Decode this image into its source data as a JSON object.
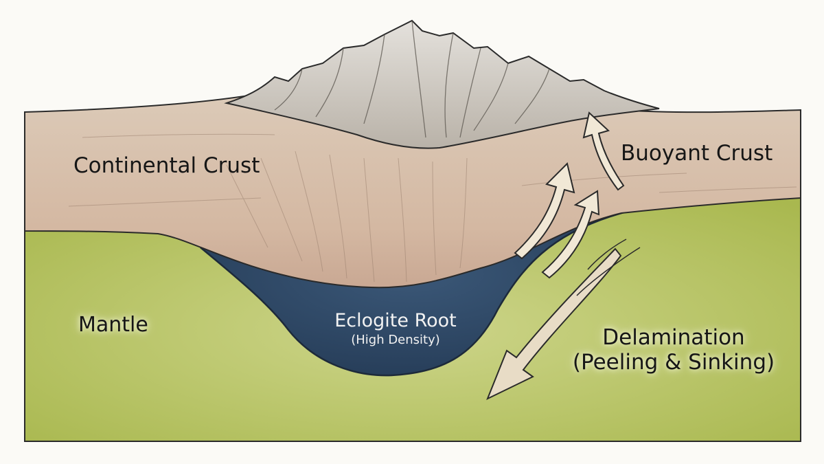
{
  "labels": {
    "continental_crust": "Continental Crust",
    "buoyant_crust": "Buoyant Crust",
    "mantle": "Mantle",
    "eclogite_root": "Eclogite Root",
    "eclogite_density": "(High Density)",
    "delamination": "Delamination",
    "delamination_detail": "(Peeling & Sinking)"
  },
  "colors": {
    "crust": "#d8c1ae",
    "crust_dark": "#bfa28c",
    "mantle": "#b4c15a",
    "mantle_light": "#cdd58a",
    "root": "#2f4866",
    "mountain": "#cfcbc4",
    "arrow": "#f1e8d6",
    "outline": "#2a2a2a"
  }
}
